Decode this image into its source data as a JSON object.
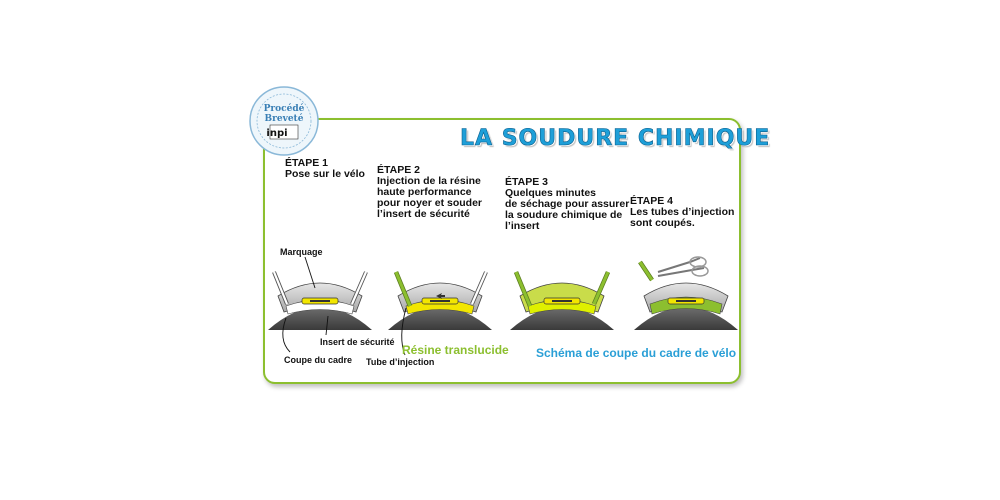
{
  "title": "LA SOUDURE CHIMIQUE",
  "seal": {
    "line1": "Procédé",
    "line2": "Breveté",
    "logo": "inpi"
  },
  "steps": [
    {
      "head": "ÉTAPE 1",
      "body": "Pose sur le vélo"
    },
    {
      "head": "ÉTAPE 2",
      "body": "Injection de la résine\nhaute performance\npour noyer et souder\nl’insert de sécurité"
    },
    {
      "head": "ÉTAPE 3",
      "body": "Quelques minutes\nde séchage pour assurer\nla soudure chimique de\nl’insert"
    },
    {
      "head": "ÉTAPE 4",
      "body": "Les tubes d’injection\nsont coupés."
    }
  ],
  "labels": {
    "marquage": "Marquage",
    "insert": "Insert de sécurité",
    "coupe": "Coupe du cadre",
    "tube": "Tube d’injection",
    "resine": "Résine translucide"
  },
  "caption": "Schéma de coupe du cadre de vélo",
  "colors": {
    "green": "#8cbf2f",
    "blue": "#1e9fd8",
    "yellow": "#f2e600",
    "frame": "#5a5a5a"
  }
}
